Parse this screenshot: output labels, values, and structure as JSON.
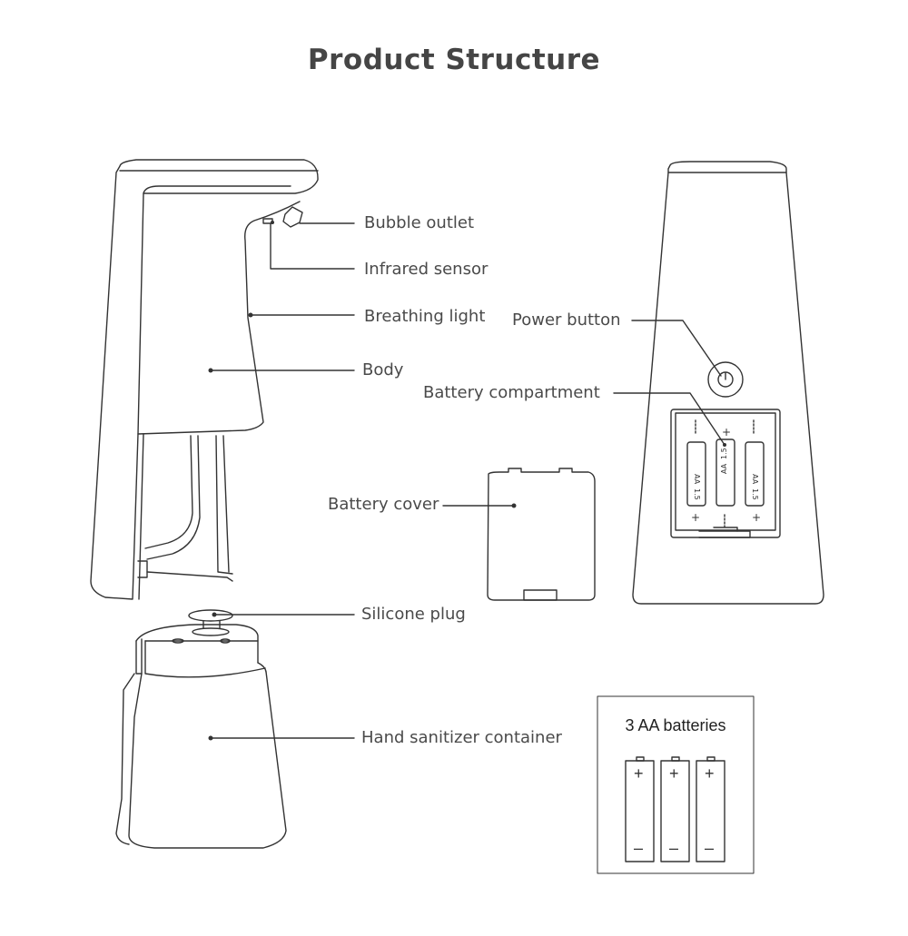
{
  "title": "Product Structure",
  "labels": {
    "bubble_outlet": "Bubble outlet",
    "infrared_sensor": "Infrared sensor",
    "breathing_light": "Breathing light",
    "body": "Body",
    "power_button": "Power button",
    "battery_compartment": "Battery compartment",
    "battery_cover": "Battery cover",
    "silicone_plug": "Silicone plug",
    "container": "Hand sanitizer container"
  },
  "battery_box": {
    "title": "3 AA batteries",
    "plus": "+",
    "minus": "–"
  },
  "compartment_text": {
    "aa": "AA",
    "v": "1.5"
  },
  "colors": {
    "line": "#333333",
    "text": "#4a4a4a"
  }
}
